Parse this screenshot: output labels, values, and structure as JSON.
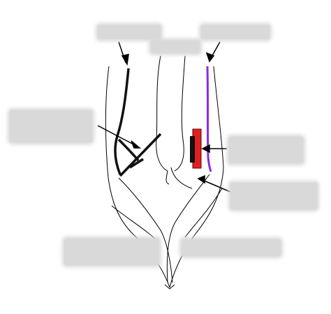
{
  "diagram": {
    "labels": [
      {
        "id": "label-top-left",
        "text": ""
      },
      {
        "id": "label-top-middle",
        "text": ""
      },
      {
        "id": "label-top-right",
        "text": ""
      },
      {
        "id": "label-left",
        "text": ""
      },
      {
        "id": "label-right-upper",
        "text": ""
      },
      {
        "id": "label-right-lower",
        "text": ""
      },
      {
        "id": "label-bottom-left",
        "text": ""
      },
      {
        "id": "label-bottom-right",
        "text": ""
      }
    ],
    "colors": {
      "outline": "#000000",
      "thick_line": "#111111",
      "purple_vessel": "#8a2be2",
      "red_block": "#e02020",
      "dark_block": "#111111",
      "label_fill": "#d9d9d9"
    }
  }
}
